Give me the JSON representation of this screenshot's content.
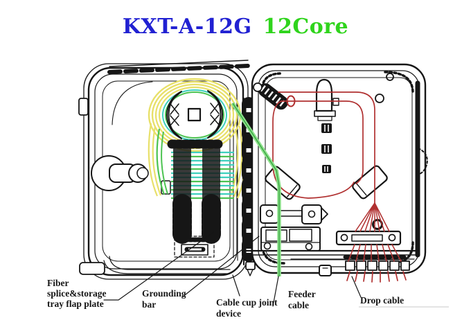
{
  "title": {
    "model": "KXT-A-12G",
    "core": "12Core"
  },
  "colors": {
    "model": "#2121d2",
    "core": "#2fd41c",
    "line": "#161616",
    "fiber_yellow": "#e8e06a",
    "fiber_green": "#4cc351",
    "fiber_cyan": "#3ed0bd",
    "fiber_red": "#b03030",
    "cable_green": "#8ce08a",
    "cable_green_edge": "#2f9e3a",
    "underline": "#c9c9c9"
  },
  "labels": {
    "tray_line1": "Fiber",
    "tray_line2": "splice&storage",
    "tray_line3": "tray flap plate",
    "grounding_line1": "Grounding",
    "grounding_line2": "bar",
    "cable_cup_line1": "Cable cup joint",
    "cable_cup_line2": "device",
    "feeder_line1": "Feeder",
    "feeder_line2": "cable",
    "drop": "Drop cable"
  }
}
